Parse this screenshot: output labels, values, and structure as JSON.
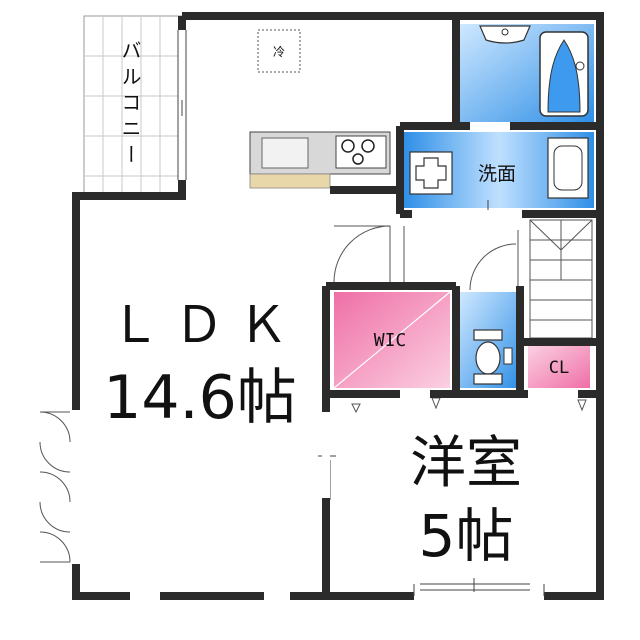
{
  "rooms": {
    "balcony": "バルコニー",
    "ldk_name": "ＬＤＫ",
    "ldk_size": "14.6帖",
    "washroom": "洗面",
    "wic": "WIC",
    "closet": "CL",
    "bedroom_name": "洋室",
    "bedroom_size": "5帖"
  },
  "fixtures": {
    "fridge": "冷"
  },
  "colors": {
    "wall": "#2b2b2b",
    "wet_area": "#2f8fe6",
    "wet_area_light": "#bfe0ff",
    "wic": "#ef6fa6",
    "wic_light": "#fbd0e2",
    "counter": "#e8d7a8",
    "kitchen_gray": "#c9c9c9"
  }
}
